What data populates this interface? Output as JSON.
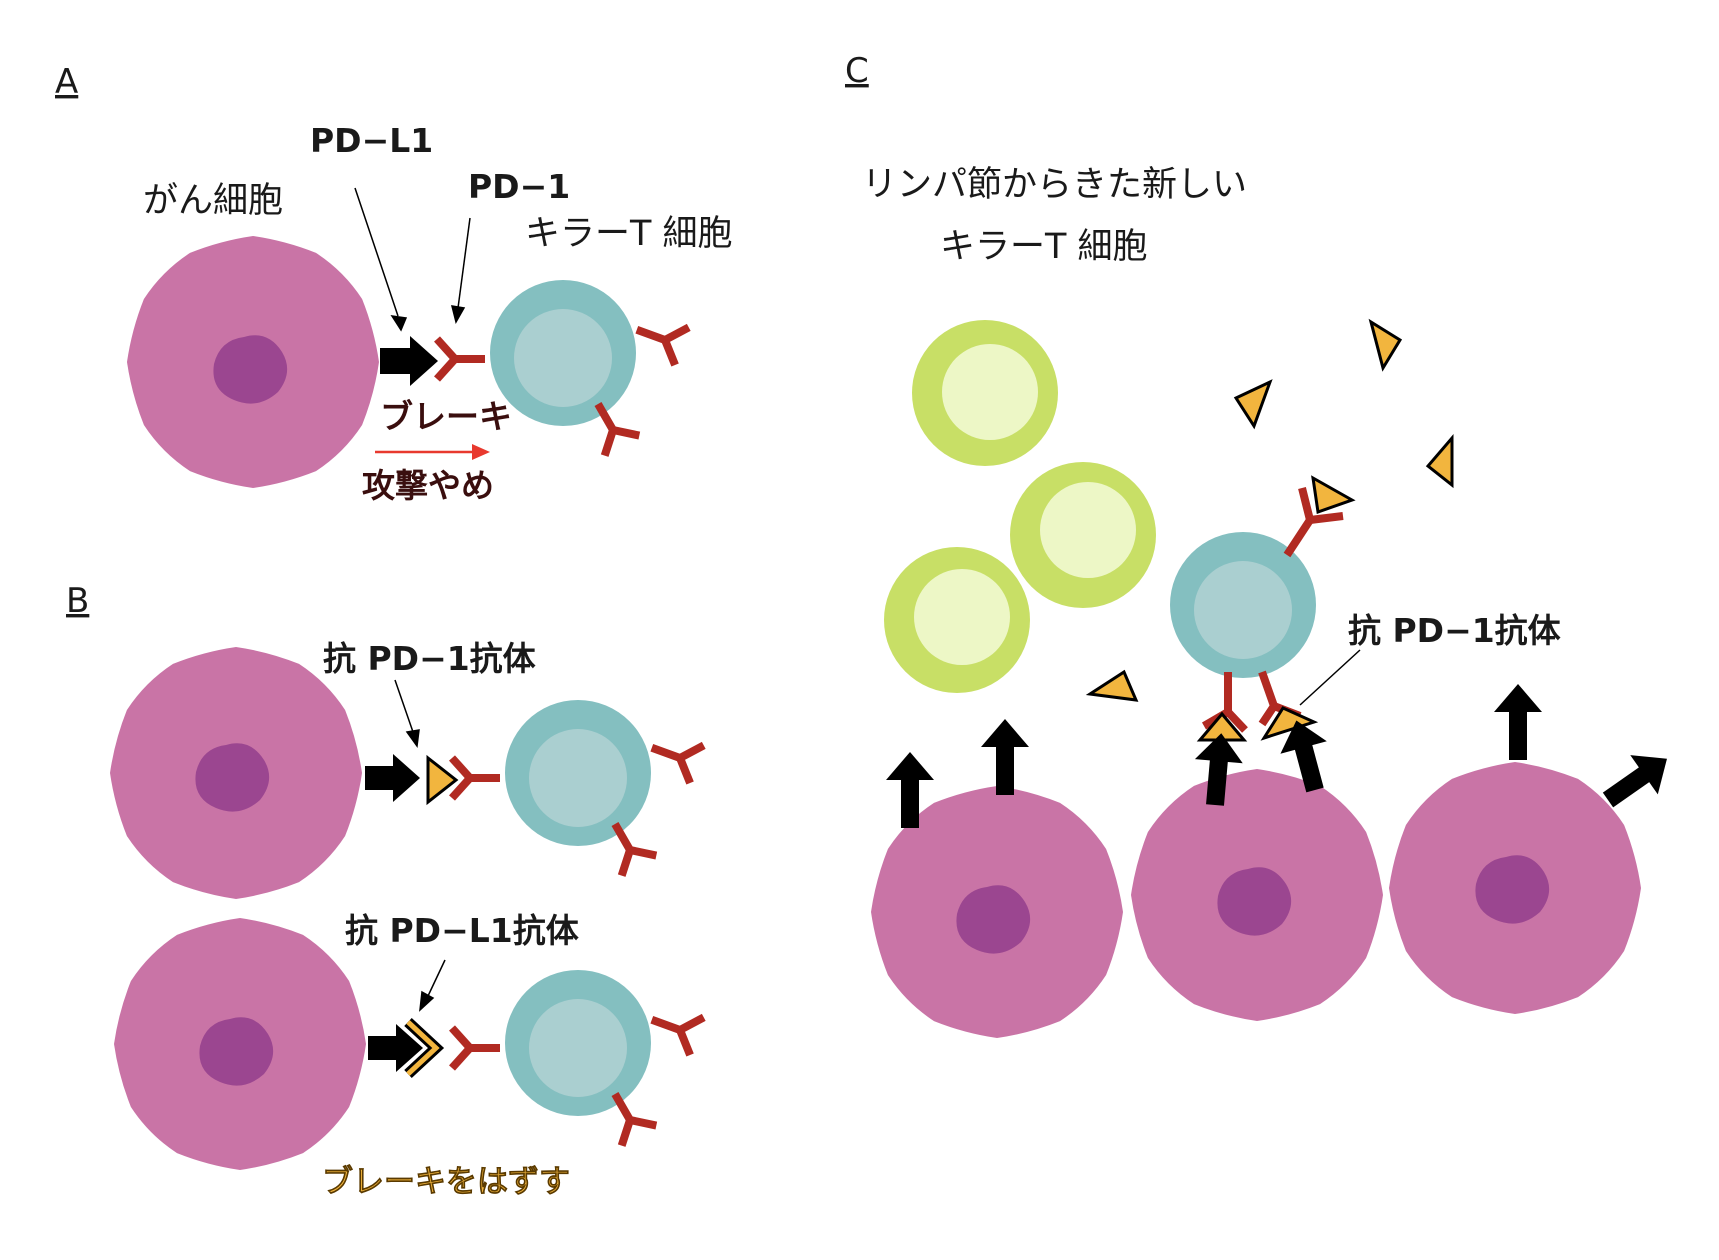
{
  "panels": {
    "a": {
      "label": "A",
      "cancer_cell": "がん細胞",
      "pd_l1": "PD−L1",
      "pd_1": "PD−1",
      "killer_t": "キラーT 細胞",
      "brake": "ブレーキ",
      "stop_attack": "攻撃やめ"
    },
    "b": {
      "label": "B",
      "anti_pd1": "抗 PD−1抗体",
      "anti_pdl1": "抗 PD−L1抗体",
      "release_brake": "ブレーキをはずす"
    },
    "c": {
      "label": "C",
      "new_t_line1": "リンパ節からきた新しい",
      "new_t_line2": "キラーT 細胞",
      "anti_pd1": "抗 PD−1抗体"
    }
  },
  "colors": {
    "cancer_cell": "#c974a6",
    "nucleus": "#9b4690",
    "t_cell_outer": "#84bfc0",
    "t_cell_inner": "#aacfd0",
    "new_t_outer": "#c8df66",
    "new_t_inner": "#edf7c6",
    "receptor": "#b12a22",
    "antibody": "#f2b53e",
    "brake_arrow": "#e8392e",
    "brake_text": "#3a0e0e",
    "release_text": "#f1b43c"
  }
}
